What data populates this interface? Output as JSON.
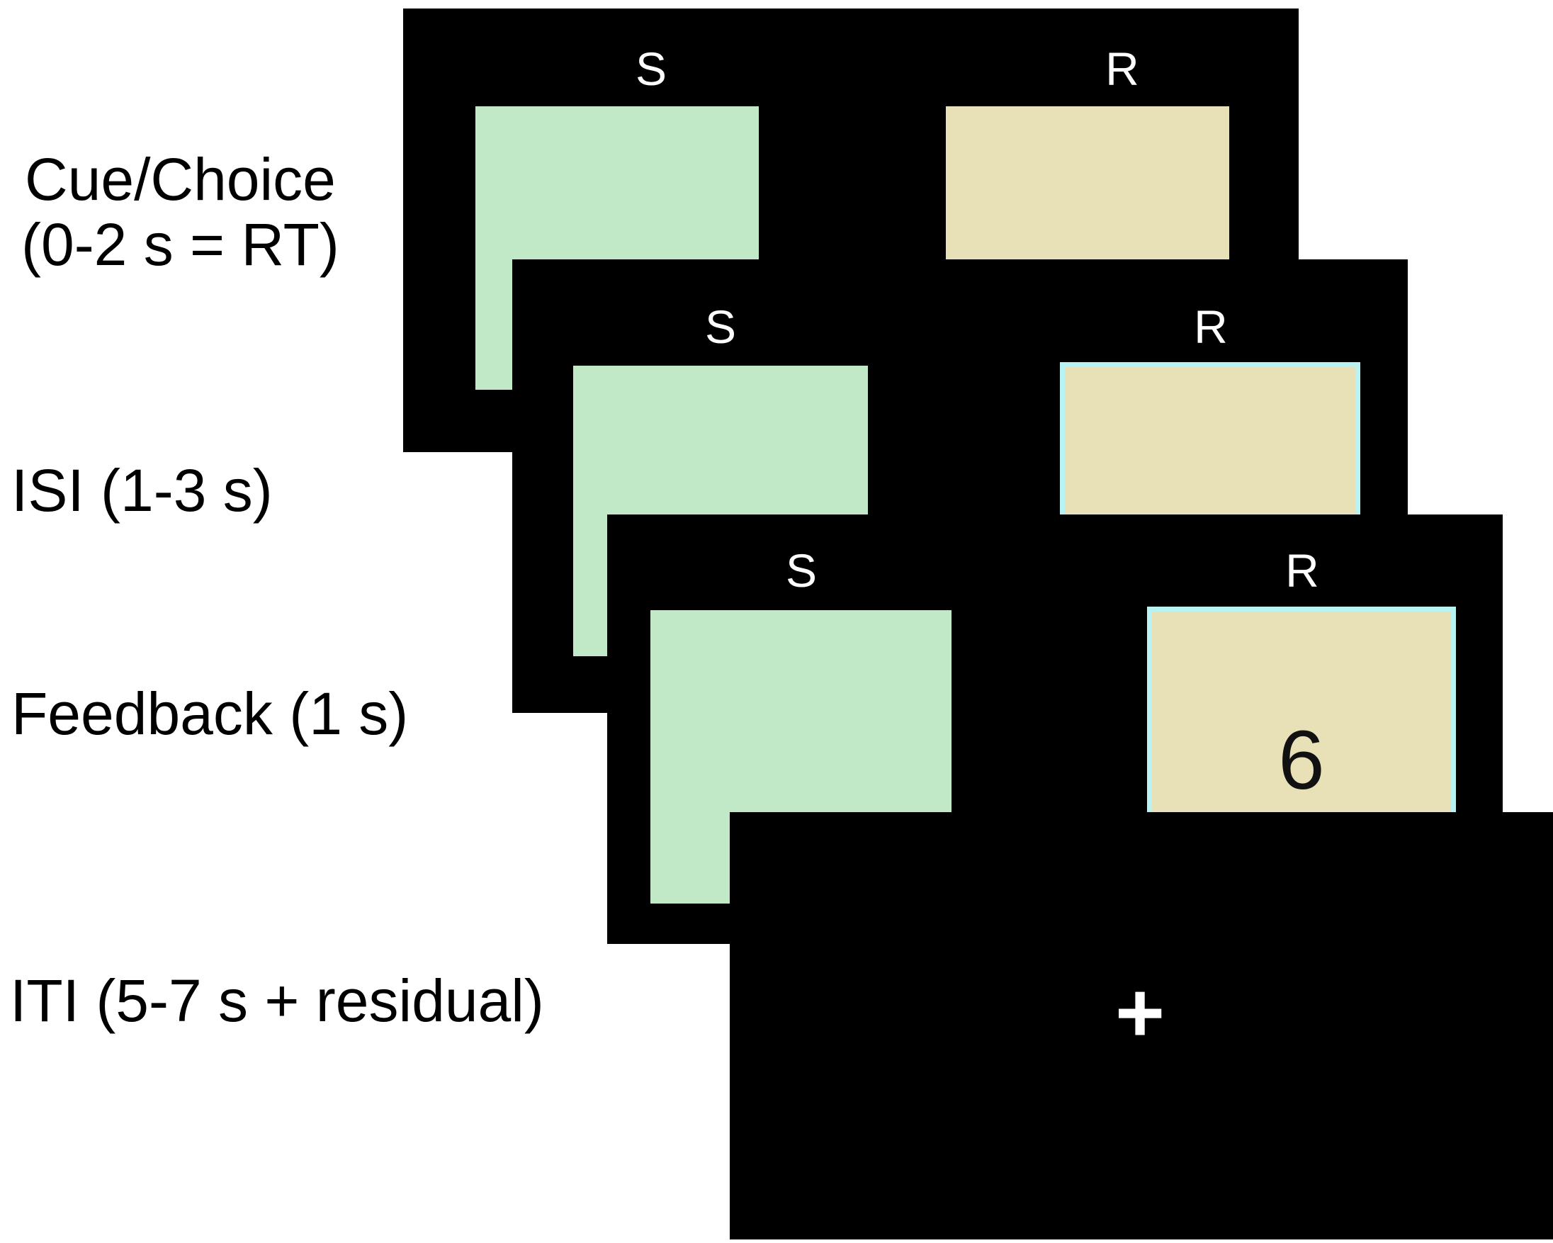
{
  "stages": {
    "cue": {
      "label": "Cue/Choice\n(0-2 s = RT)",
      "left_option": "S",
      "right_option": "R"
    },
    "isi": {
      "label": "ISI (1-3 s)",
      "left_option": "S",
      "right_option": "R"
    },
    "feedback": {
      "label": "Feedback (1 s)",
      "left_option": "S",
      "right_option": "R",
      "value": "6"
    },
    "iti": {
      "label": "ITI (5-7 s + residual)",
      "fixation": "+"
    }
  },
  "colors": {
    "screen": "#000000",
    "s_option": "#c2e9c7",
    "r_option": "#e8e0b6",
    "selection_highlight": "#b8f2f2"
  }
}
